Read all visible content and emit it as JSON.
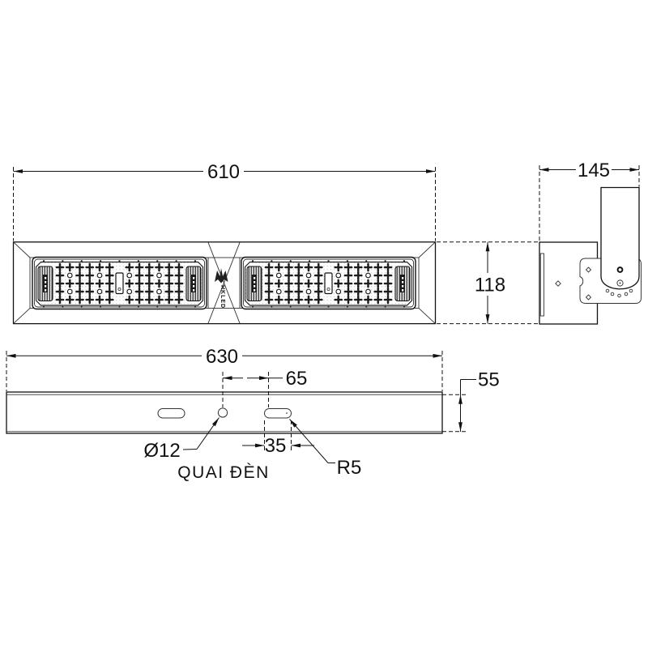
{
  "dims": {
    "front_width": "610",
    "side_width": "145",
    "front_height": "118",
    "bottom_length": "630",
    "hole_offset": "65",
    "body_depth": "55",
    "slot_length": "35"
  },
  "labels": {
    "hole_diameter": "Ø12",
    "handle": "QUAI ĐÈN",
    "slot_radius": "R5",
    "brand": "HKLED"
  },
  "colors": {
    "line": "#111111",
    "background": "#ffffff"
  },
  "fixture": {
    "modules": 2,
    "led_rows": 5,
    "led_columns": 13
  }
}
